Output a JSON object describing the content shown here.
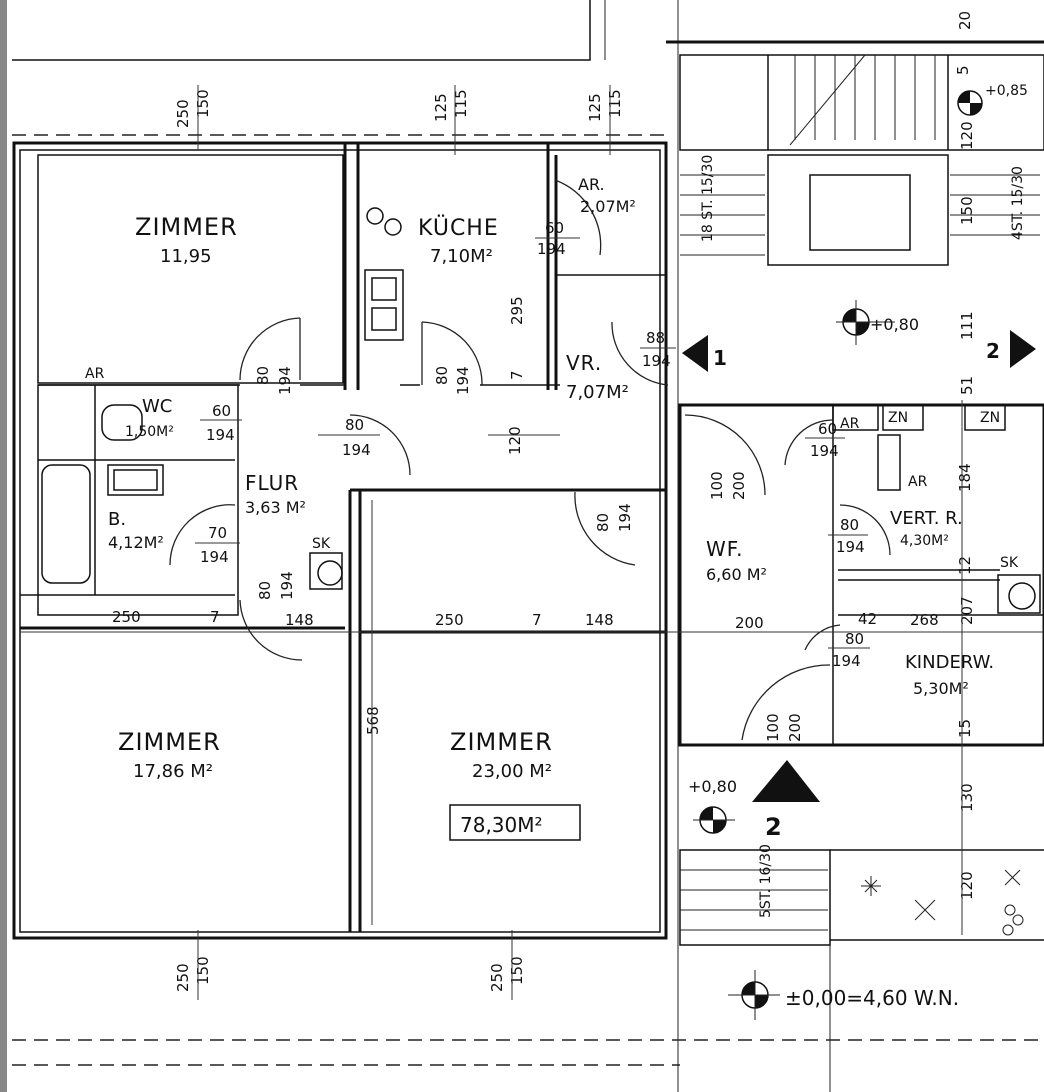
{
  "rooms": {
    "zimmer_top": {
      "name": "ZIMMER",
      "area": "11,95"
    },
    "kueche": {
      "name": "KÜCHE",
      "area": "7,10M²"
    },
    "ar_top": {
      "name": "AR.",
      "area": "2,07M²"
    },
    "vr": {
      "name": "VR.",
      "area": "7,07M²"
    },
    "wc": {
      "name": "WC",
      "area": "1,50M²"
    },
    "ar_left": {
      "name": "AR"
    },
    "flur": {
      "name": "FLUR",
      "area": "3,63 M²"
    },
    "bad": {
      "name": "B.",
      "area": "4,12M²"
    },
    "sk_left": {
      "name": "SK"
    },
    "zimmer_left": {
      "name": "ZIMMER",
      "area": "17,86 M²"
    },
    "zimmer_mid": {
      "name": "ZIMMER",
      "area": "23,00 M²"
    },
    "wf": {
      "name": "WF.",
      "area": "6,60 M²"
    },
    "vert": {
      "name": "VERT. R.",
      "area": "4,30M²"
    },
    "ar_right1": {
      "name": "AR"
    },
    "ar_right2": {
      "name": "AR"
    },
    "sk_right": {
      "name": "SK"
    },
    "kinderw": {
      "name": "KINDERW.",
      "area": "5,30M²"
    },
    "zn1": {
      "name": "ZN"
    },
    "zn2": {
      "name": "ZN"
    }
  },
  "total_area": "78,30M²",
  "elevations": {
    "stair_top": "+0,80",
    "stair_bottom": "+0,80",
    "top_right": "+0,85",
    "ground": "±0,00=4,60 W.N."
  },
  "markers": {
    "m1": "1",
    "m2_top": "2",
    "m2_bottom": "2"
  },
  "stairs": {
    "upper": "18 ST. 15/30",
    "right": "4ST. 15/30",
    "lower": "5ST. 16/30"
  },
  "dims": {
    "d250_150_a": [
      "250",
      "150"
    ],
    "d125_115_a": [
      "125",
      "115"
    ],
    "d125_115_b": [
      "125",
      "115"
    ],
    "d250_150_b": [
      "250",
      "150"
    ],
    "d250_150_c": [
      "250",
      "150"
    ],
    "d60_194_ar": [
      "60",
      "194"
    ],
    "d295": "295",
    "d88_194": [
      "88",
      "194"
    ],
    "d80_194_flur_l": [
      "80",
      "194"
    ],
    "d80_194_kitchen": [
      "80",
      "194"
    ],
    "d60_194_wc": [
      "60",
      "194"
    ],
    "d80_194_flur": [
      "80",
      "194"
    ],
    "d7": "7",
    "d120": "120",
    "d70_194": [
      "70",
      "194"
    ],
    "d80_194_vr": [
      "80",
      "194"
    ],
    "d80_194_flur_b": [
      "80",
      "194"
    ],
    "d100_200_wf": [
      "100",
      "200"
    ],
    "d60_194_right": [
      "60",
      "194"
    ],
    "d80_194_vert": [
      "80",
      "194"
    ],
    "d80_194_kind": [
      "80",
      "194"
    ],
    "d100_200_ent": [
      "100",
      "200"
    ],
    "row_left": [
      "250",
      "7",
      "148"
    ],
    "row_mid": [
      "250",
      "7",
      "148"
    ],
    "row_right": [
      "200",
      "42",
      "268"
    ],
    "d568": "568",
    "d184": "184",
    "d12": "12",
    "d207": "207",
    "d15": "15",
    "d130": "130",
    "d120_r": "120",
    "d51": "51",
    "d111": "111",
    "d120_top": "120",
    "d5": "5",
    "d20": "20",
    "d150_right": "150"
  }
}
